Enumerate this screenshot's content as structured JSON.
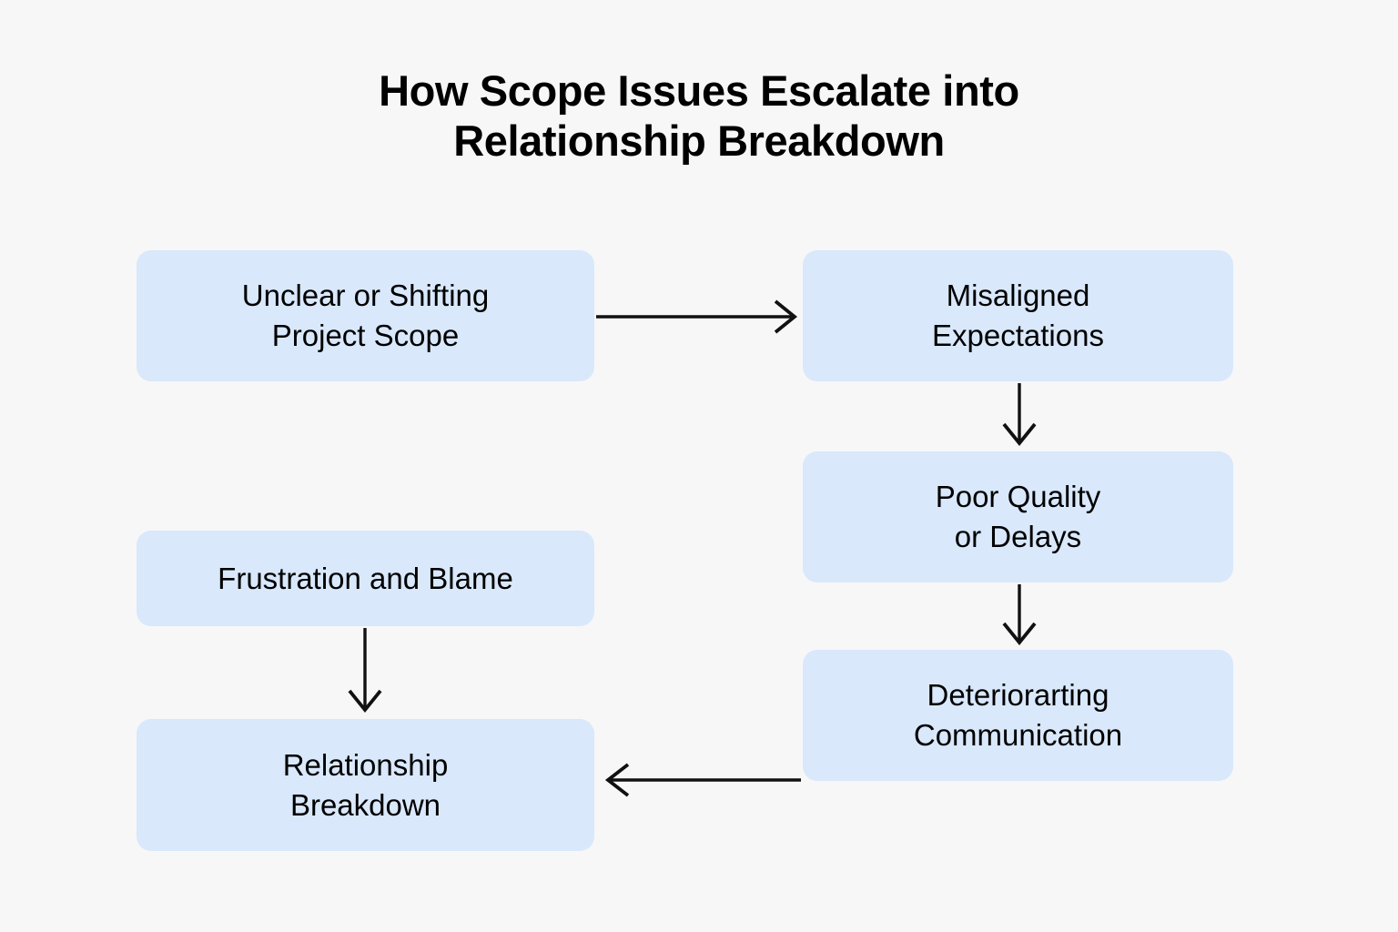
{
  "diagram": {
    "title": {
      "line1": "How Scope Issues Escalate into",
      "line2": "Relationship Breakdown"
    },
    "background_color": "#f7f7f8",
    "node_fill_color": "#d9e8fb",
    "text_color": "#000000",
    "arrow_color": "#111111",
    "nodes": [
      {
        "id": "scope",
        "line1": "Unclear or Shifting",
        "line2": "Project Scope",
        "column": "left",
        "order": 1
      },
      {
        "id": "misaligned",
        "line1": "Misaligned",
        "line2": "Expectations",
        "column": "right",
        "order": 2
      },
      {
        "id": "quality",
        "line1": "Poor Quality",
        "line2": "or Delays",
        "column": "right",
        "order": 3
      },
      {
        "id": "communication",
        "line1": "Deteriorarting",
        "line2": "Communication",
        "column": "right",
        "order": 4
      },
      {
        "id": "frustration",
        "line1": "Frustration and Blame",
        "line2": "",
        "column": "left",
        "order": 5
      },
      {
        "id": "breakdown",
        "line1": "Relationship",
        "line2": "Breakdown",
        "column": "left",
        "order": 6
      }
    ],
    "edges": [
      {
        "from": "scope",
        "to": "misaligned",
        "direction": "right"
      },
      {
        "from": "misaligned",
        "to": "quality",
        "direction": "down"
      },
      {
        "from": "quality",
        "to": "communication",
        "direction": "down"
      },
      {
        "from": "communication",
        "to": "breakdown",
        "direction": "left"
      },
      {
        "from": "frustration",
        "to": "breakdown",
        "direction": "down"
      }
    ]
  }
}
